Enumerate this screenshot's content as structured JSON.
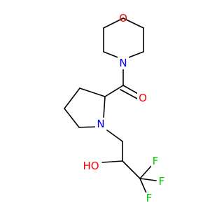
{
  "molecule": {
    "atoms": {
      "o_morph": {
        "symbol": "O",
        "color": "#ff0000"
      },
      "n_morph": {
        "symbol": "N",
        "color": "#0000ff"
      },
      "o_carbonyl": {
        "symbol": "O",
        "color": "#ff0000"
      },
      "n_pyrrolidine": {
        "symbol": "N",
        "color": "#0000ff"
      },
      "ho": {
        "symbol": "HO",
        "color": "#ff0000"
      },
      "f_top": {
        "symbol": "F",
        "color": "#00cc00"
      },
      "f_right": {
        "symbol": "F",
        "color": "#00cc00"
      },
      "f_bottom": {
        "symbol": "F",
        "color": "#00cc00"
      }
    },
    "bond_color": "#000000"
  }
}
